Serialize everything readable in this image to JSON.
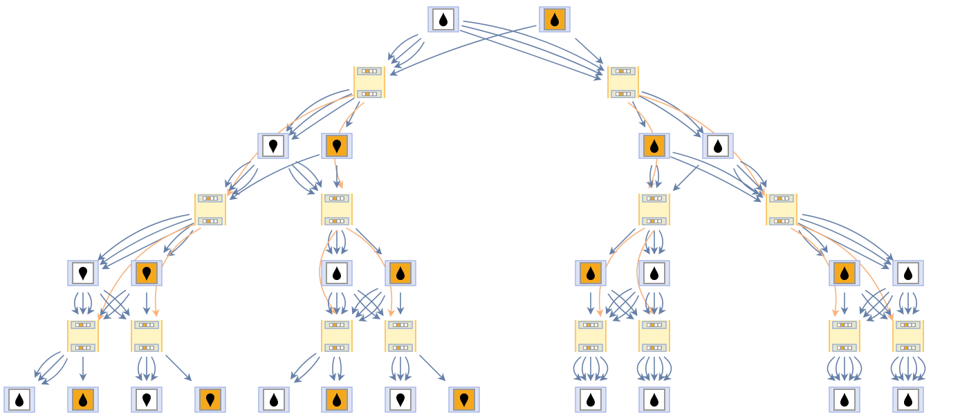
{
  "colors": {
    "edge_blue": "#6680a8",
    "edge_orange": "#f9b27a",
    "drop_frame_fill": "#dde3f5",
    "drop_frame_border": "#a9b8e6",
    "cell_white": "#ffffff",
    "cell_orange": "#f6a81b",
    "cell_border": "#999999",
    "state_fill": "#fff4c4",
    "state_border": "#f8c873",
    "bar_fill": "#e6e6d0",
    "bar_border": "#9fb0d0"
  },
  "nodes": [
    {
      "id": "a",
      "kind": "drop",
      "fill": "white",
      "dir": "up"
    },
    {
      "id": "b",
      "kind": "drop",
      "fill": "orange",
      "dir": "up"
    },
    {
      "id": "s1",
      "kind": "state"
    },
    {
      "id": "s2",
      "kind": "state"
    },
    {
      "id": "d1",
      "kind": "drop",
      "fill": "white",
      "dir": "down"
    },
    {
      "id": "d2",
      "kind": "drop",
      "fill": "orange",
      "dir": "down"
    },
    {
      "id": "d3",
      "kind": "drop",
      "fill": "orange",
      "dir": "up"
    },
    {
      "id": "d4",
      "kind": "drop",
      "fill": "white",
      "dir": "up"
    },
    {
      "id": "s3",
      "kind": "state"
    },
    {
      "id": "s4",
      "kind": "state"
    },
    {
      "id": "s5",
      "kind": "state"
    },
    {
      "id": "s6",
      "kind": "state"
    },
    {
      "id": "d5",
      "kind": "drop",
      "fill": "white",
      "dir": "down"
    },
    {
      "id": "d6",
      "kind": "drop",
      "fill": "orange",
      "dir": "down"
    },
    {
      "id": "d7",
      "kind": "drop",
      "fill": "white",
      "dir": "up"
    },
    {
      "id": "d8",
      "kind": "drop",
      "fill": "orange",
      "dir": "up"
    },
    {
      "id": "d9",
      "kind": "drop",
      "fill": "orange",
      "dir": "up"
    },
    {
      "id": "d10",
      "kind": "drop",
      "fill": "white",
      "dir": "up"
    },
    {
      "id": "d11",
      "kind": "drop",
      "fill": "orange",
      "dir": "up"
    },
    {
      "id": "d12",
      "kind": "drop",
      "fill": "white",
      "dir": "up"
    },
    {
      "id": "s7",
      "kind": "state"
    },
    {
      "id": "s8",
      "kind": "state"
    },
    {
      "id": "s9",
      "kind": "state"
    },
    {
      "id": "s10",
      "kind": "state"
    },
    {
      "id": "s11",
      "kind": "state"
    },
    {
      "id": "s12",
      "kind": "state"
    },
    {
      "id": "s13",
      "kind": "state"
    },
    {
      "id": "s14",
      "kind": "state"
    },
    {
      "id": "d13",
      "kind": "drop",
      "fill": "white",
      "dir": "up"
    },
    {
      "id": "d14",
      "kind": "drop",
      "fill": "orange",
      "dir": "up"
    },
    {
      "id": "d15",
      "kind": "drop",
      "fill": "white",
      "dir": "down"
    },
    {
      "id": "d16",
      "kind": "drop",
      "fill": "orange",
      "dir": "down"
    },
    {
      "id": "d17",
      "kind": "drop",
      "fill": "white",
      "dir": "up"
    },
    {
      "id": "d18",
      "kind": "drop",
      "fill": "orange",
      "dir": "up"
    },
    {
      "id": "d19",
      "kind": "drop",
      "fill": "white",
      "dir": "down"
    },
    {
      "id": "d20",
      "kind": "drop",
      "fill": "orange",
      "dir": "down"
    },
    {
      "id": "d21",
      "kind": "drop",
      "fill": "white",
      "dir": "up"
    },
    {
      "id": "d22",
      "kind": "drop",
      "fill": "white",
      "dir": "up"
    },
    {
      "id": "d23",
      "kind": "drop",
      "fill": "white",
      "dir": "up"
    },
    {
      "id": "d24",
      "kind": "drop",
      "fill": "white",
      "dir": "up"
    }
  ],
  "edges": [
    [
      "a",
      "s1",
      "blue",
      3
    ],
    [
      "a",
      "s2",
      "blue",
      3
    ],
    [
      "b",
      "s1",
      "blue",
      1
    ],
    [
      "b",
      "s2",
      "blue",
      1
    ],
    [
      "s1",
      "d1",
      "blue",
      3
    ],
    [
      "s1",
      "d2",
      "blue",
      1
    ],
    [
      "s1",
      "s3",
      "orange",
      1
    ],
    [
      "s1",
      "s4",
      "orange",
      1
    ],
    [
      "d1",
      "s3",
      "blue",
      3
    ],
    [
      "d2",
      "s3",
      "blue",
      1
    ],
    [
      "d1",
      "s4",
      "blue",
      3
    ],
    [
      "d2",
      "s4",
      "blue",
      1
    ],
    [
      "s2",
      "d3",
      "blue",
      1
    ],
    [
      "s2",
      "d4",
      "blue",
      2
    ],
    [
      "s2",
      "s5",
      "orange",
      1
    ],
    [
      "s2",
      "s6",
      "orange",
      1
    ],
    [
      "d3",
      "s5",
      "blue",
      2
    ],
    [
      "d4",
      "s5",
      "blue",
      1
    ],
    [
      "d4",
      "s6",
      "blue",
      3
    ],
    [
      "d3",
      "s6",
      "blue",
      2
    ],
    [
      "s3",
      "d5",
      "blue",
      3
    ],
    [
      "s3",
      "d6",
      "blue",
      2
    ],
    [
      "s3",
      "s7",
      "orange",
      1
    ],
    [
      "s3",
      "s8",
      "orange",
      1
    ],
    [
      "d5",
      "s7",
      "blue",
      3
    ],
    [
      "d6",
      "s7",
      "blue",
      2
    ],
    [
      "d6",
      "s8",
      "blue",
      1
    ],
    [
      "d5",
      "s8",
      "blue",
      2
    ],
    [
      "s4",
      "d7",
      "blue",
      3
    ],
    [
      "s4",
      "d8",
      "blue",
      1
    ],
    [
      "s4",
      "s9",
      "orange",
      1
    ],
    [
      "s4",
      "s10",
      "orange",
      1
    ],
    [
      "d7",
      "s9",
      "blue",
      3
    ],
    [
      "d8",
      "s9",
      "blue",
      3
    ],
    [
      "d8",
      "s10",
      "blue",
      1
    ],
    [
      "d7",
      "s10",
      "blue",
      2
    ],
    [
      "s5",
      "d9",
      "blue",
      1
    ],
    [
      "s5",
      "d10",
      "blue",
      3
    ],
    [
      "s5",
      "s11",
      "orange",
      1
    ],
    [
      "s5",
      "s12",
      "orange",
      1
    ],
    [
      "d9",
      "s11",
      "blue",
      1
    ],
    [
      "d10",
      "s11",
      "blue",
      3
    ],
    [
      "d10",
      "s12",
      "blue",
      3
    ],
    [
      "d9",
      "s12",
      "blue",
      2
    ],
    [
      "s6",
      "d11",
      "blue",
      2
    ],
    [
      "s6",
      "d12",
      "blue",
      3
    ],
    [
      "s6",
      "s13",
      "orange",
      1
    ],
    [
      "s6",
      "s14",
      "orange",
      1
    ],
    [
      "d11",
      "s13",
      "blue",
      1
    ],
    [
      "d12",
      "s13",
      "blue",
      3
    ],
    [
      "d12",
      "s14",
      "blue",
      3
    ],
    [
      "d11",
      "s14",
      "blue",
      2
    ],
    [
      "s7",
      "d13",
      "blue",
      3
    ],
    [
      "s7",
      "d14",
      "blue",
      1
    ],
    [
      "s8",
      "d15",
      "blue",
      3
    ],
    [
      "s8",
      "d16",
      "blue",
      1
    ],
    [
      "s9",
      "d17",
      "blue",
      2
    ],
    [
      "s9",
      "d18",
      "blue",
      2
    ],
    [
      "s10",
      "d19",
      "blue",
      3
    ],
    [
      "s10",
      "d20",
      "blue",
      1
    ],
    [
      "s11",
      "d21",
      "blue",
      5
    ],
    [
      "s12",
      "d22",
      "blue",
      5
    ],
    [
      "s13",
      "d23",
      "blue",
      5
    ],
    [
      "s14",
      "d24",
      "blue",
      5
    ]
  ]
}
